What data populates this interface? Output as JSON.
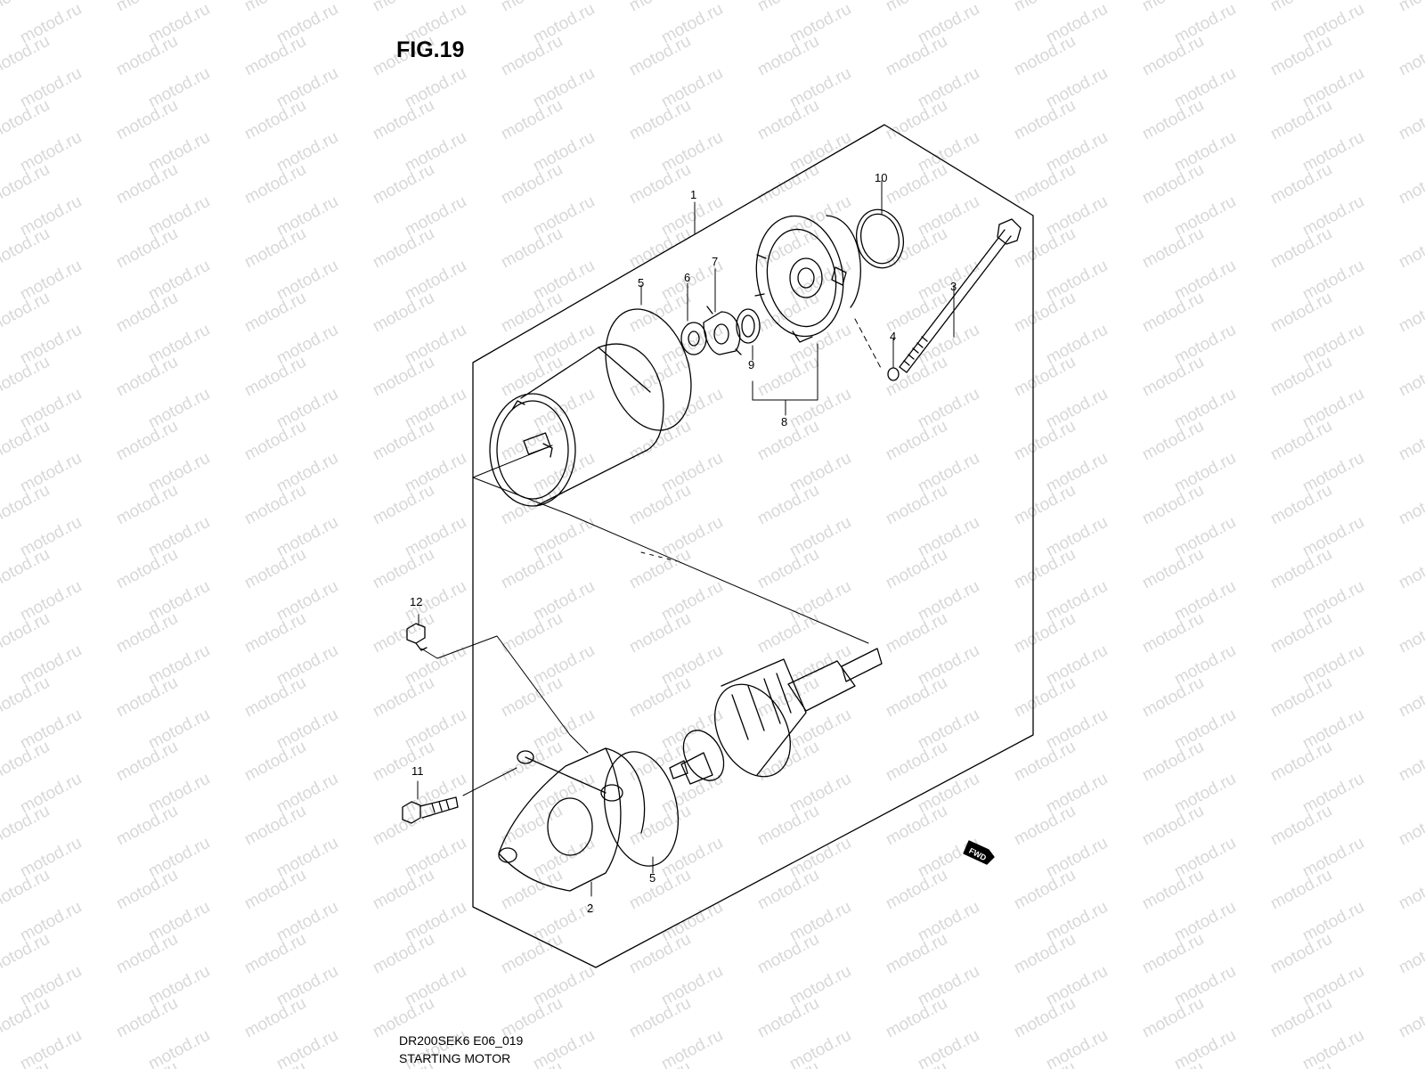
{
  "figure": {
    "title": "FIG.19"
  },
  "watermark": {
    "text": "motod.ru"
  },
  "footer": {
    "code": "DR200SEK6 E06_019",
    "caption": "STARTING MOTOR"
  },
  "fwd_badge": {
    "label": "FWD"
  },
  "callouts": [
    "1",
    "5",
    "6",
    "7",
    "10",
    "3",
    "4",
    "9",
    "8",
    "12",
    "11",
    "2",
    "5"
  ]
}
